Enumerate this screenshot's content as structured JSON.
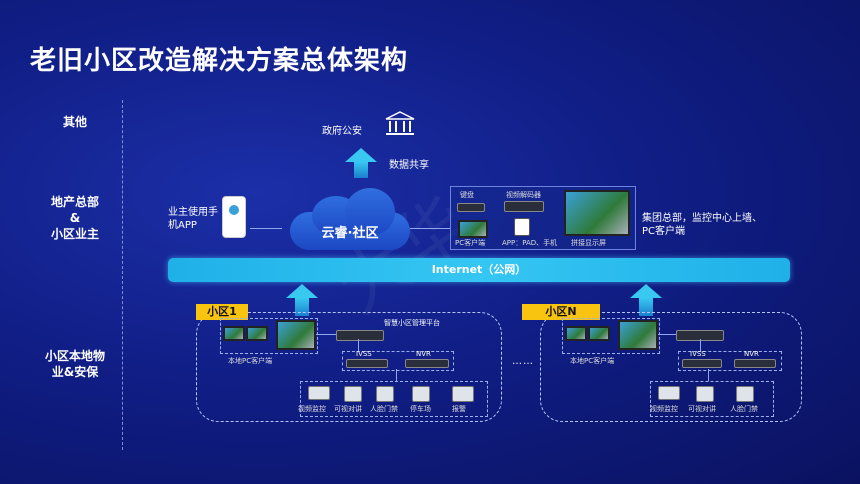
{
  "title": "老旧小区改造解决方案总体架构",
  "rows": {
    "other": "其他",
    "hq_line1": "地产总部",
    "hq_line2": "&",
    "hq_line3": "小区业主",
    "local_line1": "小区本地物",
    "local_line2": "业&安保"
  },
  "top": {
    "gov": "政府公安",
    "share": "数据共享"
  },
  "owner_app": {
    "line1": "业主使用手",
    "line2": "机APP"
  },
  "cloud": "云睿·社区",
  "hq_panel": {
    "keyboard": "键盘",
    "decoder": "视频解码器",
    "pc": "PC客户端",
    "mobile": "APP：PAD、手机",
    "wall": "拼接显示屏"
  },
  "hq_desc": {
    "line1": "集团总部，监控中心上墙、",
    "line2": "PC客户端"
  },
  "internet": "Internet（公网）",
  "community1": {
    "tag": "小区1",
    "platform": "智慧小区管理平台",
    "local_pc": "本地PC客户端",
    "ivss": "IVSS",
    "nvr": "NVR",
    "devices": [
      "视频监控",
      "可视对讲",
      "人脸门禁",
      "停车场",
      "报警"
    ]
  },
  "ellipsis": "……",
  "communityN": {
    "tag": "小区N",
    "local_pc": "本地PC客户端",
    "ivss": "IVSS",
    "nvr": "NVR",
    "devices": [
      "视频监控",
      "可视对讲",
      "人脸门禁"
    ]
  }
}
